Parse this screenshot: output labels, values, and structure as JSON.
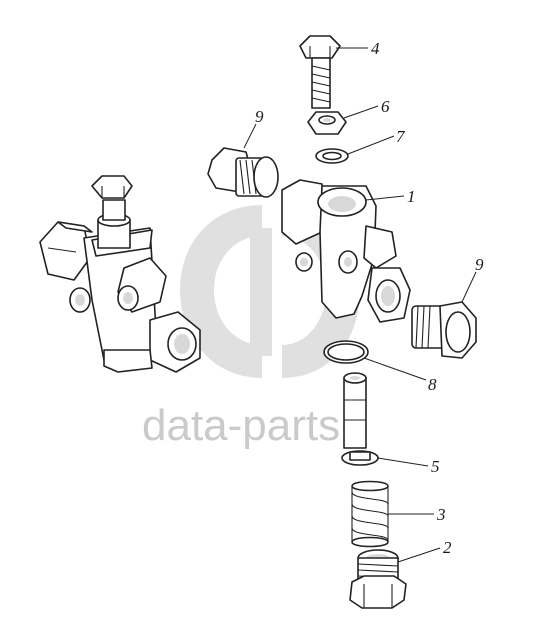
{
  "watermark": {
    "text": "data-parts",
    "color": "#b9b9b9"
  },
  "callouts": [
    {
      "id": "c4",
      "label": "4"
    },
    {
      "id": "c6",
      "label": "6"
    },
    {
      "id": "c7",
      "label": "7"
    },
    {
      "id": "c9a",
      "label": "9"
    },
    {
      "id": "c1",
      "label": "1"
    },
    {
      "id": "c9b",
      "label": "9"
    },
    {
      "id": "c8",
      "label": "8"
    },
    {
      "id": "c5",
      "label": "5"
    },
    {
      "id": "c3",
      "label": "3"
    },
    {
      "id": "c2",
      "label": "2"
    }
  ],
  "colors": {
    "line": "#222222",
    "background": "#ffffff"
  }
}
